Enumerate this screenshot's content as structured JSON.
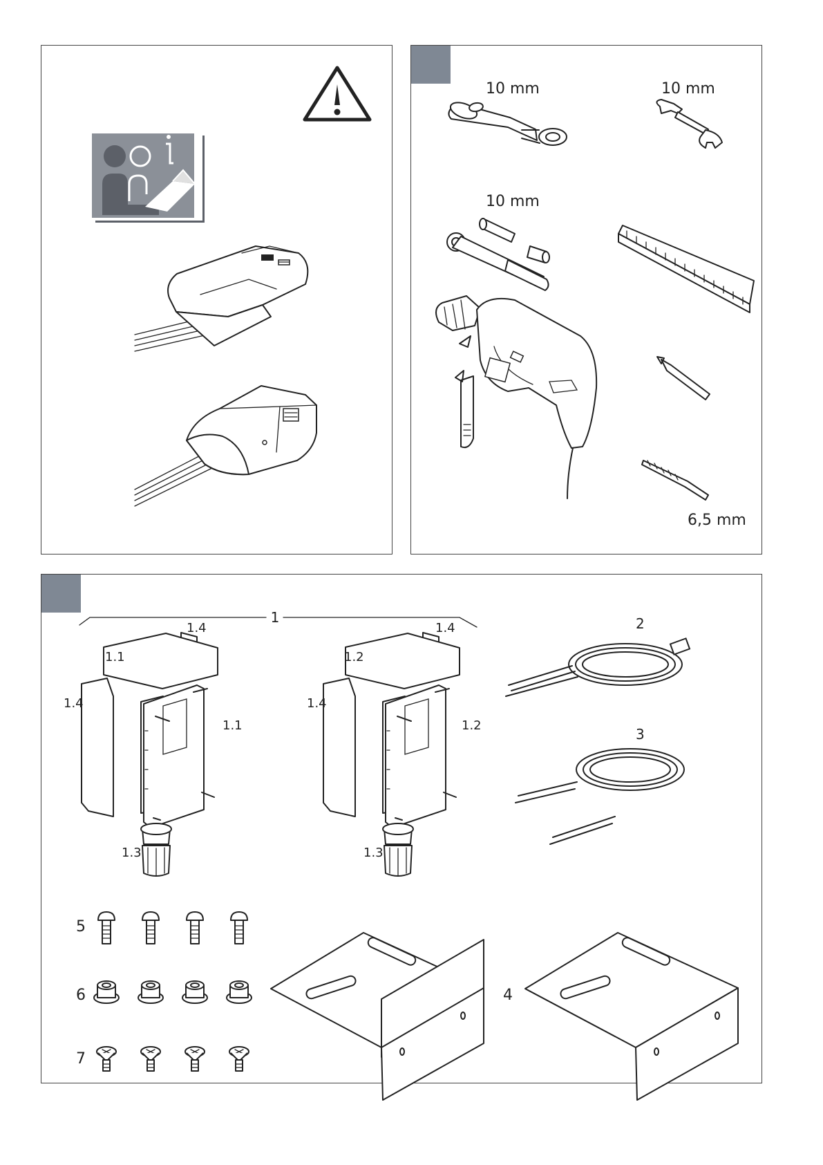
{
  "panels": {
    "tools": {
      "wrench_ring_size": "10 mm",
      "wrench_open_size": "10 mm",
      "socket_size": "10 mm",
      "drill_bit_size": "6,5 mm"
    },
    "parts": {
      "group_label": "1",
      "left_box": {
        "cover_top": "1.4",
        "housing": "1.1",
        "side_cover": "1.4",
        "lid": "1.1",
        "gland": "1.3"
      },
      "right_box": {
        "cover_top": "1.4",
        "housing": "1.2",
        "side_cover": "1.4",
        "lid": "1.2",
        "gland": "1.3"
      },
      "cable_plug": "2",
      "cable_wires": "3",
      "bracket": "4",
      "bolts": "5",
      "nuts": "6",
      "screws": "7"
    }
  },
  "colors": {
    "tab_gray": "#7f8894",
    "line": "#222222",
    "icon_gray": "#8b9098"
  },
  "icons": [
    "warning-icon",
    "read-manual-icon"
  ]
}
